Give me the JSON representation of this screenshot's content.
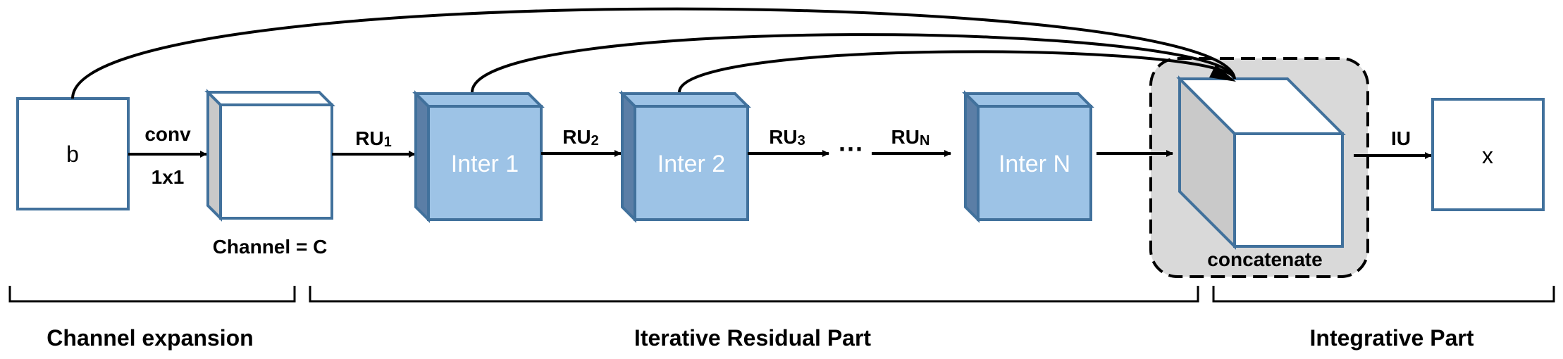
{
  "diagram": {
    "input_label": "b",
    "output_label": "x",
    "conv_label": "conv",
    "conv_kernel": "1x1",
    "channel_label": "Channel = C",
    "ru1": {
      "base": "RU",
      "sub": "1"
    },
    "ru2": {
      "base": "RU",
      "sub": "2"
    },
    "ru3": {
      "base": "RU",
      "sub": "3"
    },
    "run": {
      "base": "RU",
      "sub": "N"
    },
    "ellipsis": "···",
    "inter1": "Inter 1",
    "inter2": "Inter 2",
    "interN": "Inter N",
    "concat_label": "concatenate",
    "iu_label": "IU",
    "section_left": "Channel expansion",
    "section_middle": "Iterative Residual Part",
    "section_right": "Integrative Part",
    "colors": {
      "outline": "#41719c",
      "inter_fill": "#9dc3e6",
      "inter_side": "#5b7ea6",
      "gray_side": "#c9c9c9",
      "concat_bg": "#d9d9d9"
    }
  }
}
